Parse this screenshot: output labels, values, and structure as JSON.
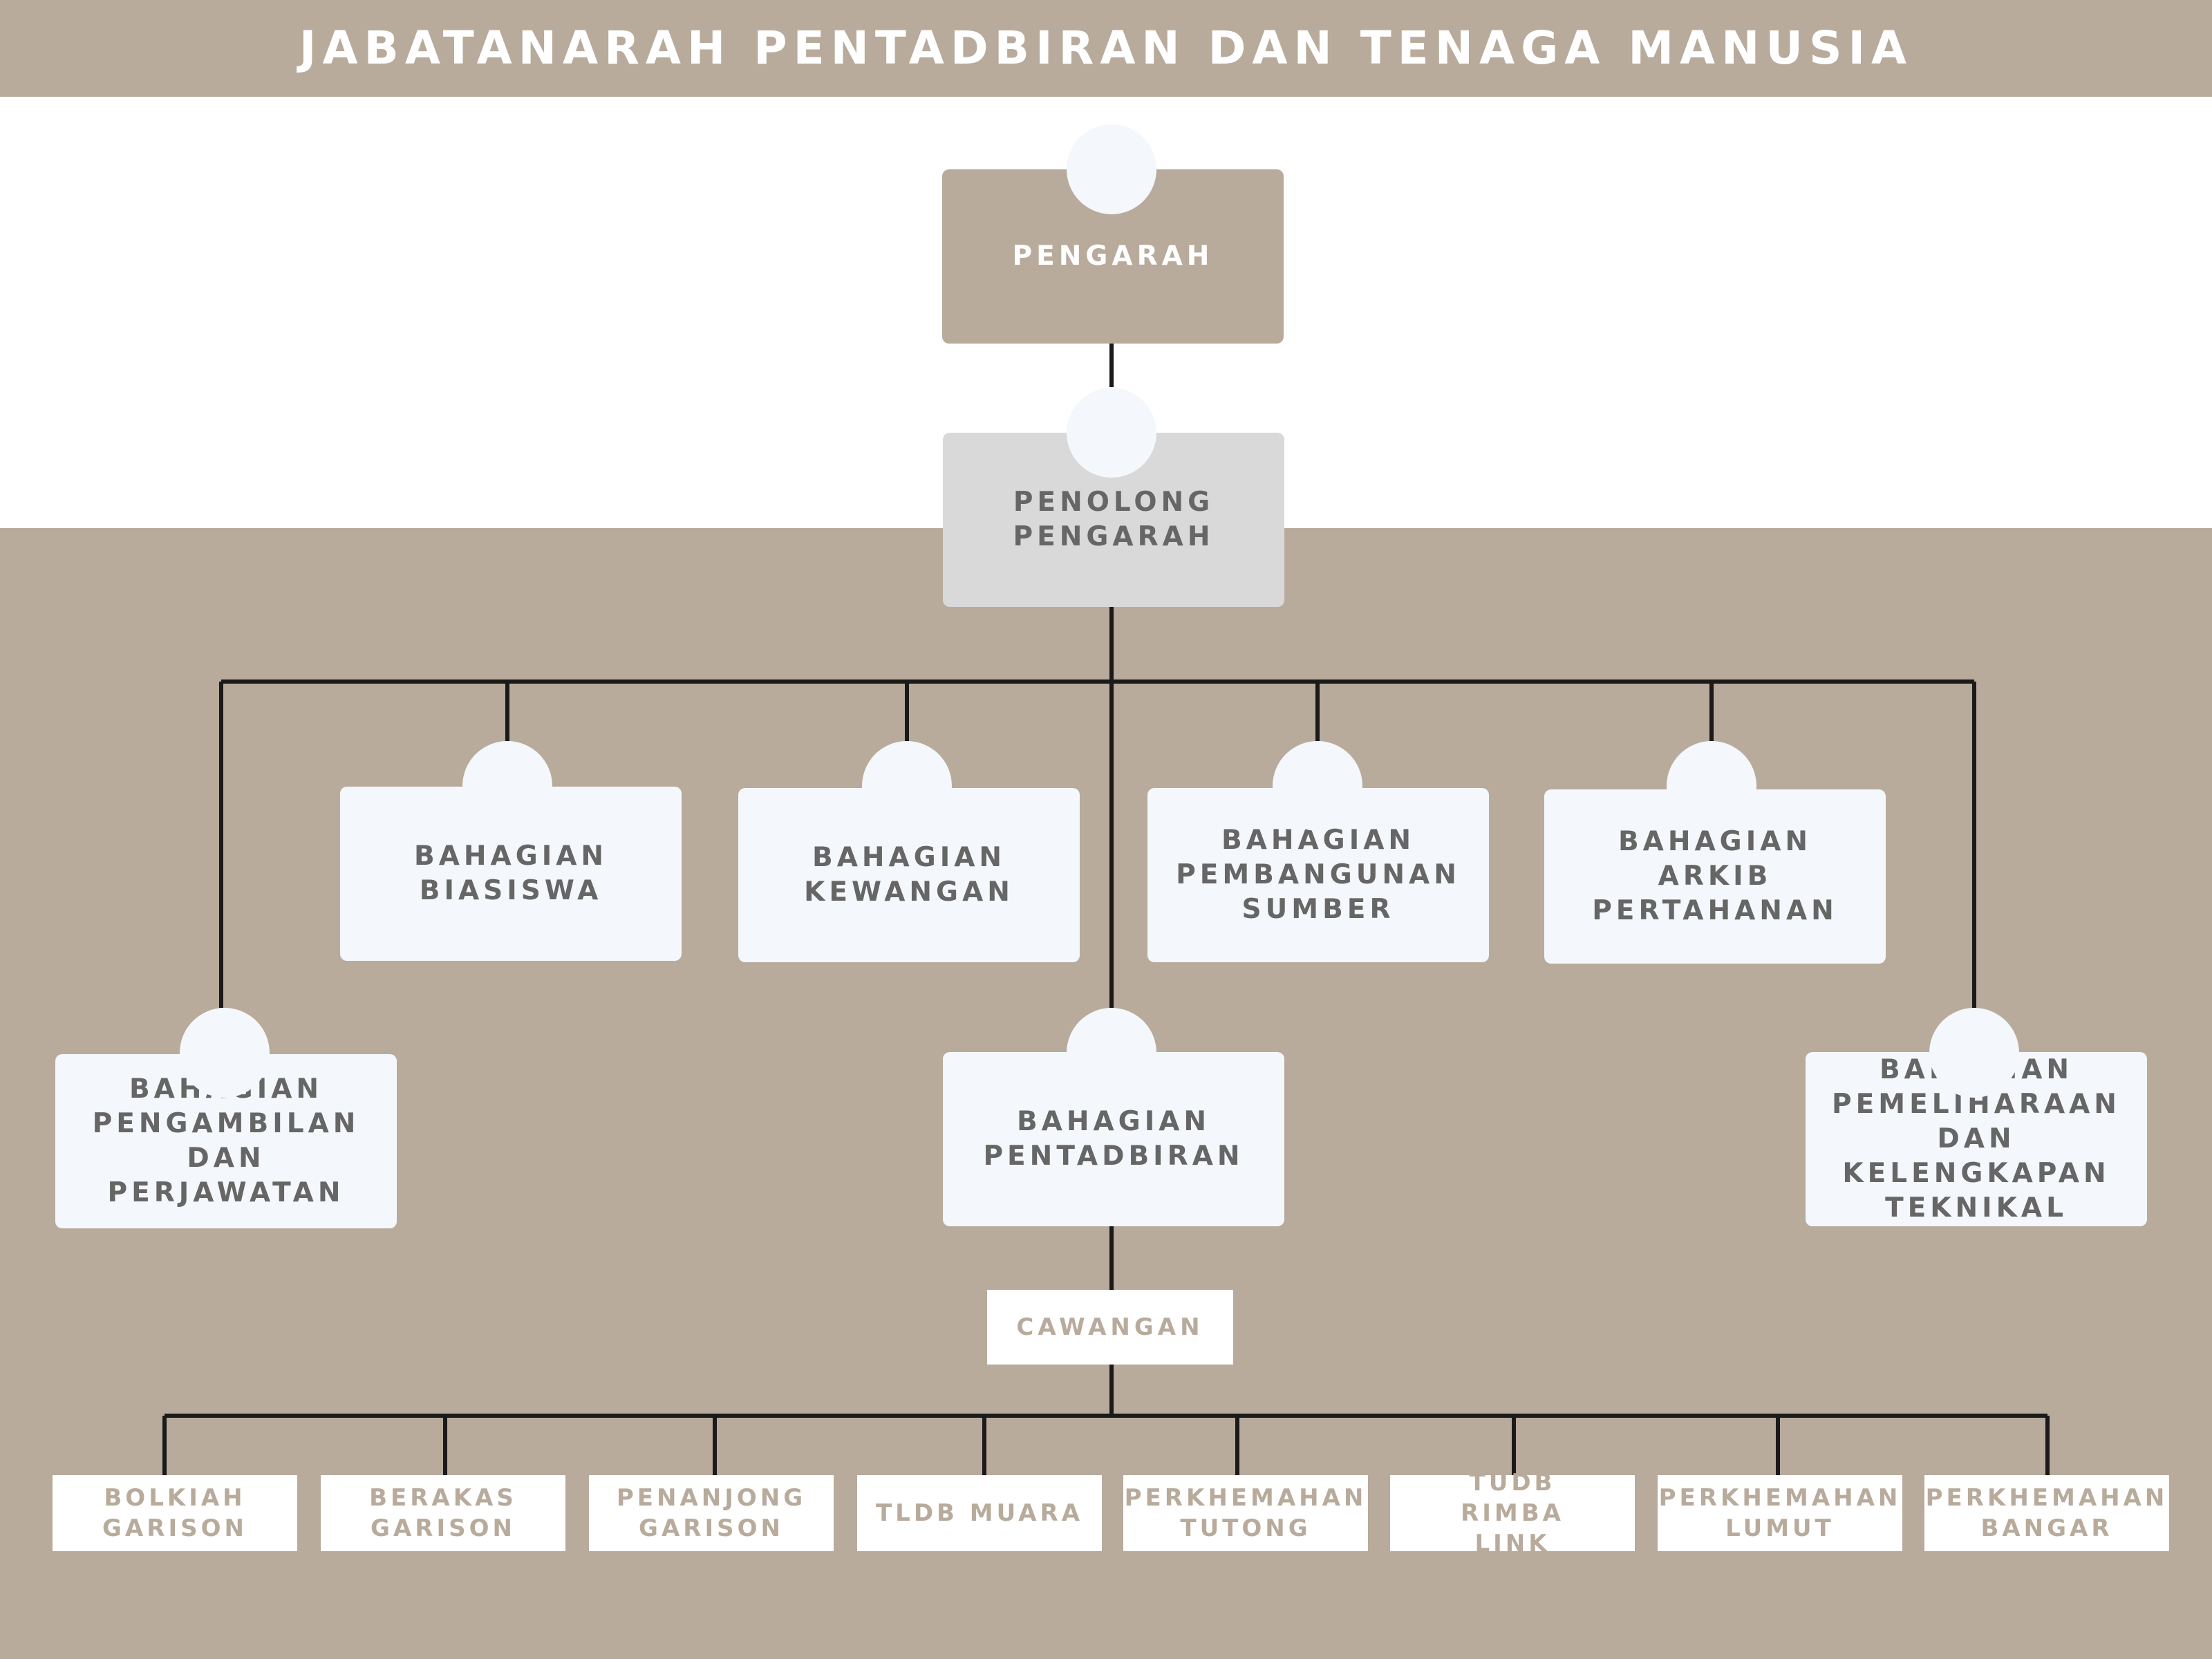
{
  "title": "JABATANARAH PENTADBIRAN DAN TENAGA MANUSIA",
  "director": {
    "label": "PENGARAH"
  },
  "assistant": {
    "label": "PENOLONG PENGARAH"
  },
  "divisions": {
    "biasiswa": "BAHAGIAN BIASISWA",
    "kewangan": "BAHAGIAN KEWANGAN",
    "pembangunan": "BAHAGIAN PEMBANGUNAN SUMBER",
    "arkib": "BAHAGIAN ARKIB PERTAHANAN",
    "pengambilan": "BAHAGIAN PENGAMBILAN DAN PERJAWATAN",
    "pentadbiran": "BAHAGIAN PENTADBIRAN",
    "pemeliharaan": "BAHAGIAN PEMELIHARAAN DAN KELENGKAPAN TEKNIKAL"
  },
  "cawangan": "CAWANGAN",
  "branches": [
    "BOLKIAH GARISON",
    "BERAKAS GARISON",
    "PENANJONG GARISON",
    "TLDB MUARA",
    "PERKHEMAHAN TUTONG",
    "TUDB RIMBA LINK",
    "PERKHEMAHAN LUMUT",
    "PERKHEMAHAN BANGAR"
  ]
}
